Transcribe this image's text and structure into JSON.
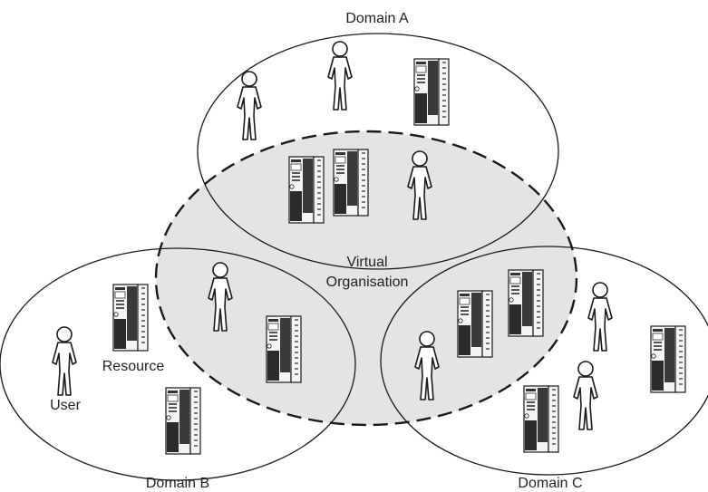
{
  "domains": {
    "a": {
      "label": "Domain A"
    },
    "b": {
      "label": "Domain B"
    },
    "c": {
      "label": "Domain C"
    }
  },
  "virtual_organisation": {
    "label_line1": "Virtual",
    "label_line2": "Organisation"
  },
  "legend": {
    "resource_label": "Resource",
    "user_label": "User"
  },
  "icons": {
    "user": "user-icon",
    "resource": "server-rack-icon"
  },
  "colors": {
    "outline": "#1a1a1a",
    "vo_fill": "#e4e4e4",
    "server_body": "#f4f4f4",
    "server_panel": "#3a3a3a",
    "text": "#222222"
  }
}
